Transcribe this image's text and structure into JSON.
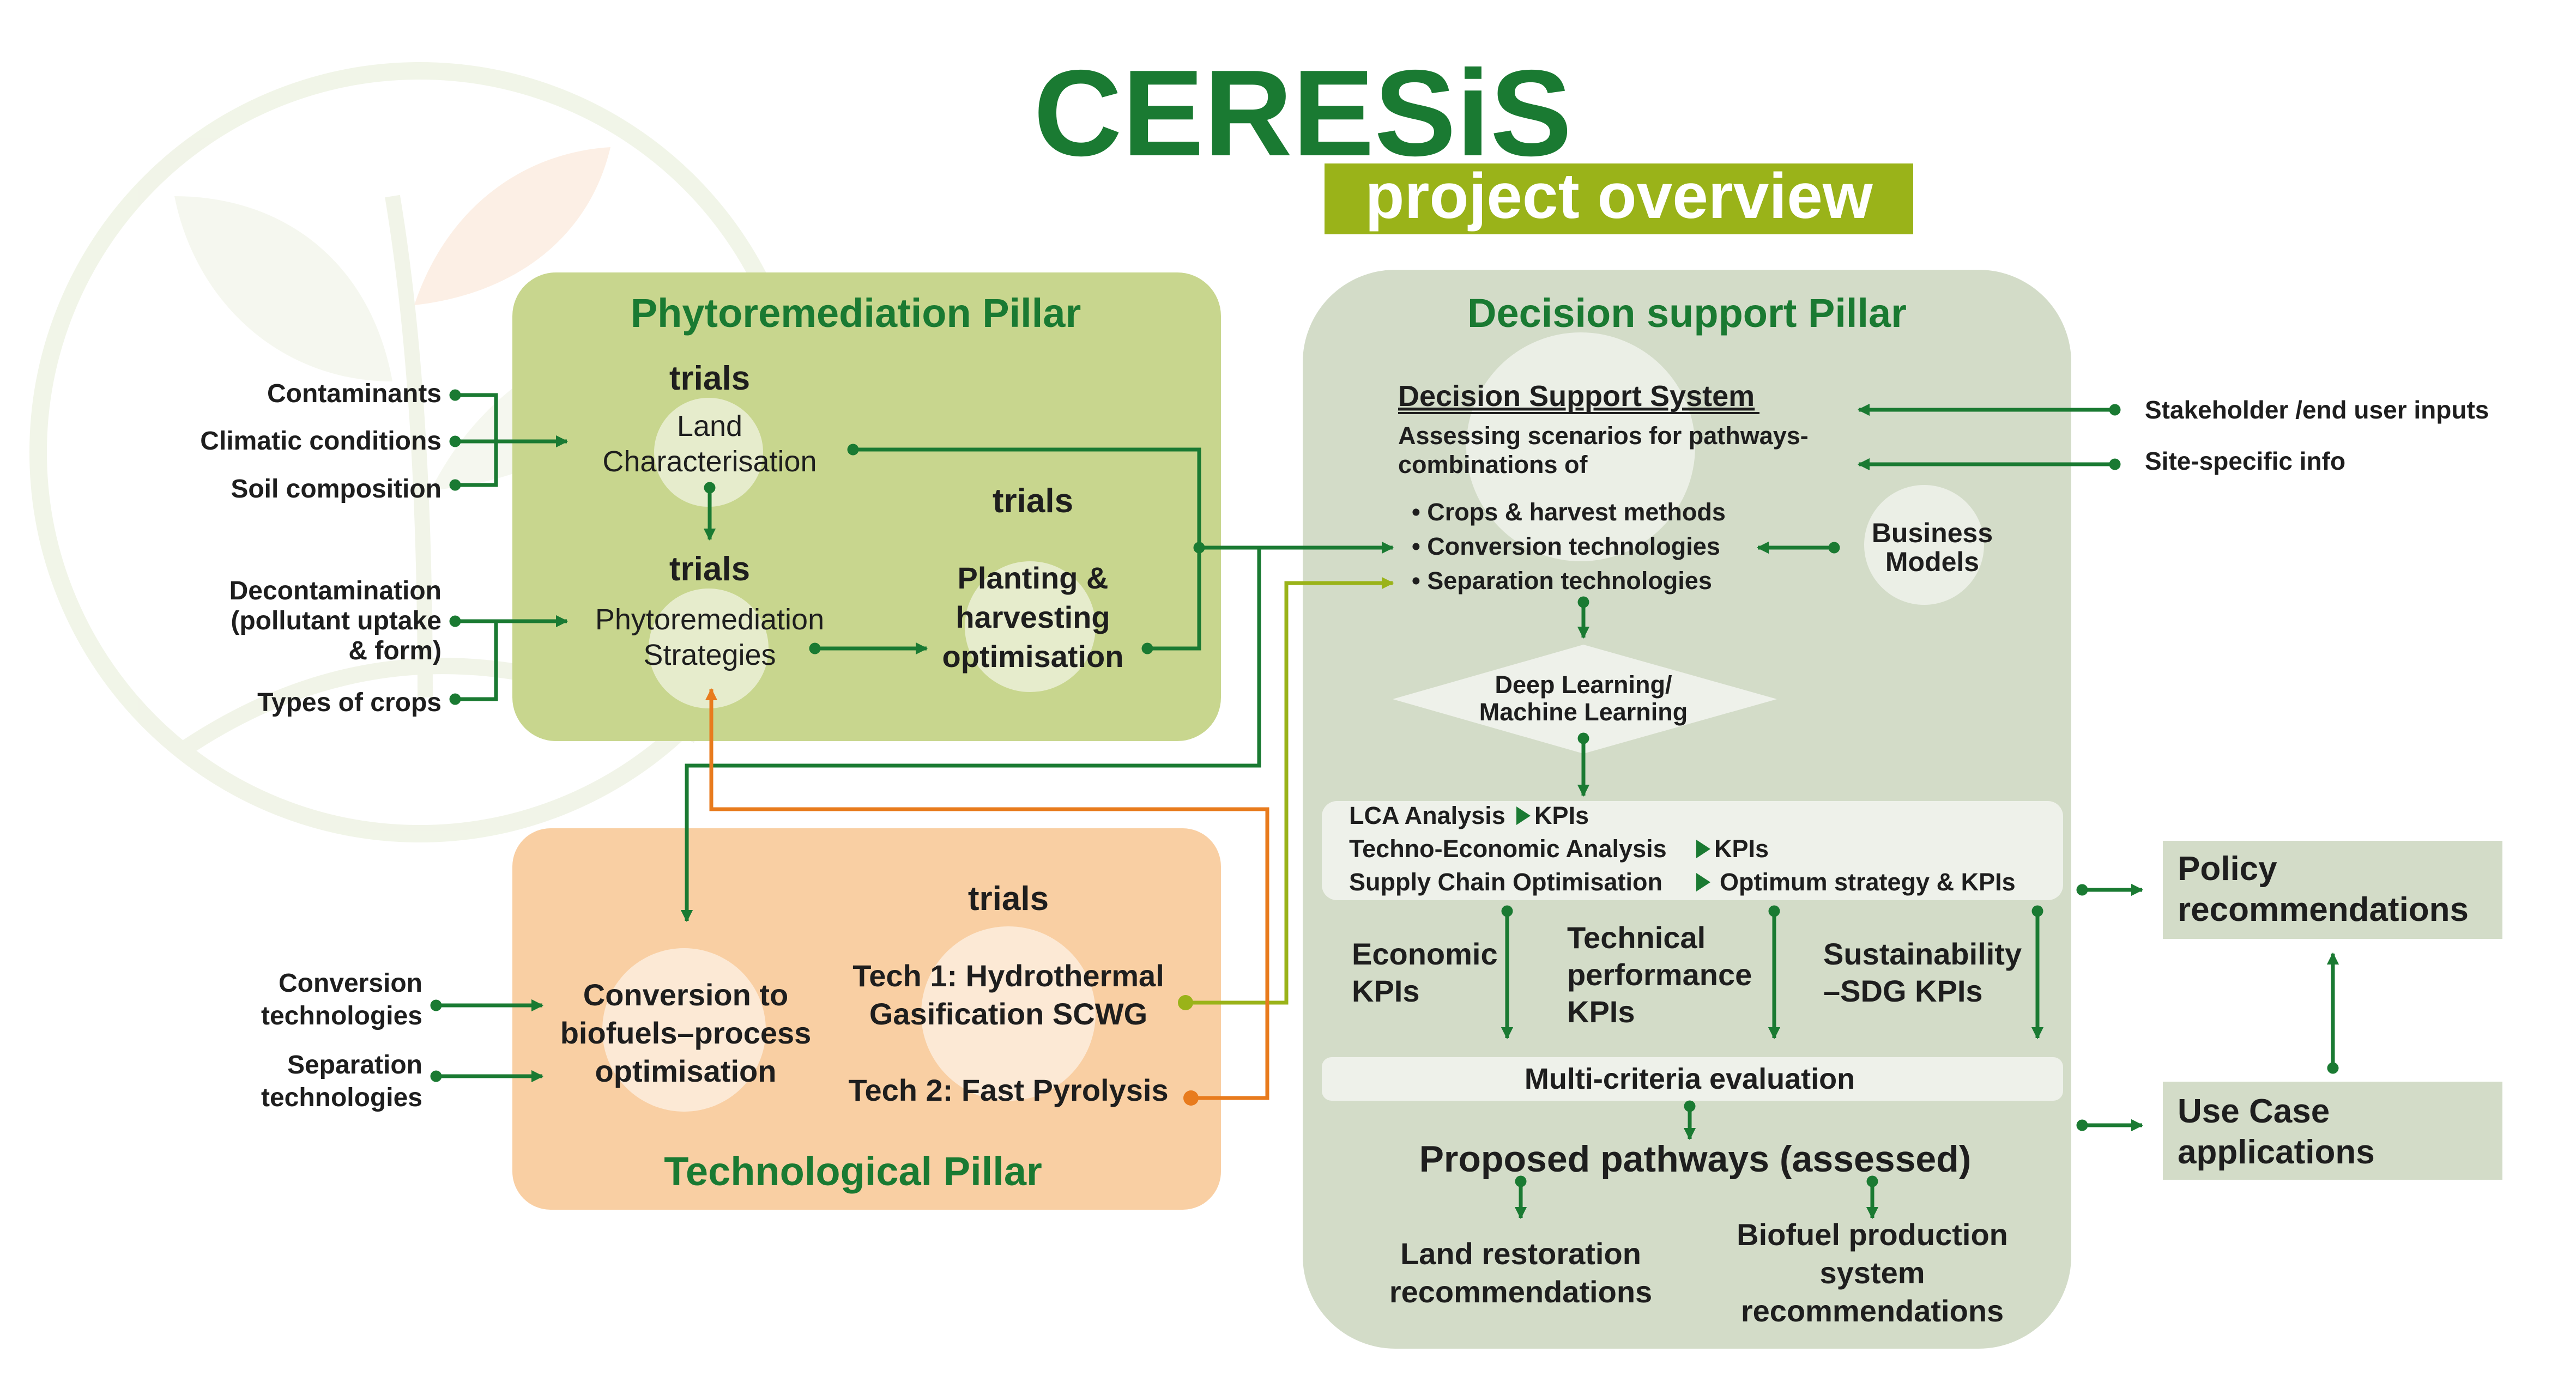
{
  "colors": {
    "dark_green": "#1a7a32",
    "olive": "#9ab319",
    "orange": "#e87b1d",
    "text_dark": "#1e1e1e",
    "phyto_fill": "#c8d68e",
    "tech_fill": "#f9cfa3",
    "dss_fill": "#d3dcc8",
    "panel_fill": "#eef1ea",
    "outcome_fill": "#d3dcc8"
  },
  "header": {
    "title": "CERESiS",
    "subtitle": "project overview"
  },
  "phyto_pillar": {
    "title": "Phytoremediation Pillar",
    "inputs": [
      "Contaminants",
      "Climatic conditions",
      "Soil composition",
      "Decontamination",
      "(pollutant uptake",
      "& form)",
      "Types of crops"
    ],
    "trials_1": "trials",
    "land": [
      "Land",
      "Characterisation"
    ],
    "trials_2": "trials",
    "strategies": [
      "Phytoremediation",
      "Strategies"
    ],
    "trials_3": "trials",
    "planting": [
      "Planting &",
      "harvesting",
      "optimisation"
    ]
  },
  "tech_pillar": {
    "title": "Technological Pillar",
    "inputs": [
      "Conversion",
      "technologies",
      "Separation",
      "technologies"
    ],
    "trials": "trials",
    "conversion": [
      "Conversion to",
      "biofuels–process",
      "optimisation"
    ],
    "tech1": [
      "Tech 1: Hydrothermal",
      "Gasification SCWG"
    ],
    "tech2": "Tech 2: Fast Pyrolysis"
  },
  "dss_pillar": {
    "title": "Decision support Pillar",
    "dss_heading": "Decision Support System",
    "dss_desc": [
      "Assessing scenarios for pathways-",
      "combinations of"
    ],
    "bullets": [
      "• Crops & harvest methods",
      "• Conversion technologies",
      "• Separation technologies"
    ],
    "business_models": [
      "Business",
      "Models"
    ],
    "dl_ml": [
      "Deep Learning/",
      "Machine Learning"
    ],
    "analysis": [
      {
        "label": "LCA Analysis",
        "result": "KPIs"
      },
      {
        "label": "Techno-Economic Analysis",
        "result": "KPIs"
      },
      {
        "label": "Supply Chain Optimisation",
        "result": "Optimum strategy & KPIs"
      }
    ],
    "economic_kpis": [
      "Economic",
      "KPIs"
    ],
    "technical_kpis": [
      "Technical",
      "performance",
      "KPIs"
    ],
    "sustainability_kpis": [
      "Sustainability",
      "–SDG KPIs"
    ],
    "mce": "Multi-criteria evaluation",
    "proposed": "Proposed pathways (assessed)",
    "land_rec": [
      "Land restoration",
      "recommendations"
    ],
    "biofuel_rec": [
      "Biofuel production",
      "system",
      "recommendations"
    ]
  },
  "external_inputs": {
    "stakeholder": "Stakeholder /end user inputs",
    "site": "Site-specific info"
  },
  "outcomes": {
    "policy": [
      "Policy",
      "recommendations"
    ],
    "use_case": [
      "Use Case",
      "applications"
    ]
  }
}
